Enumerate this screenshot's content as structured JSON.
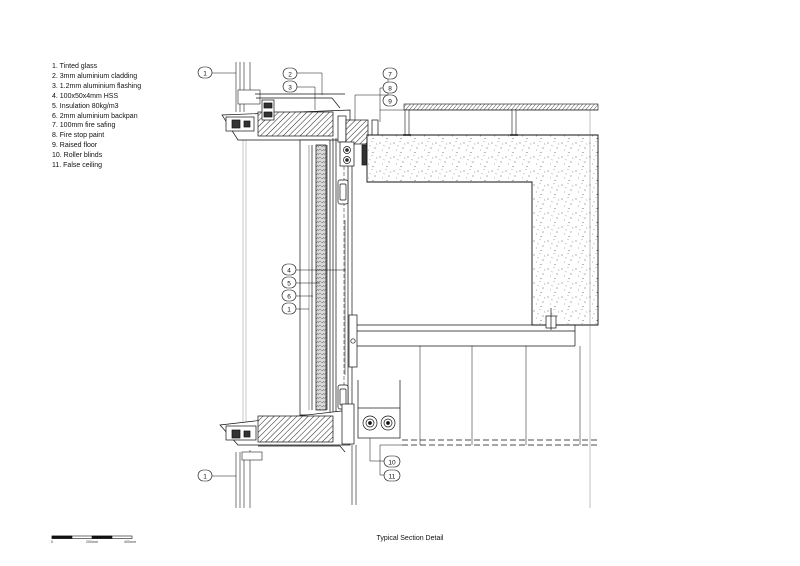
{
  "legend": [
    "1. Tinted glass",
    "2. 3mm aluminium cladding",
    "3. 1.2mm aluminium flashing",
    "4. 100x50x4mm HSS",
    "5. Insulation 80kg/m3",
    "6. 2mm aluminium backpan",
    "7. 100mm fire safing",
    "8. Fire stop paint",
    "9. Raised floor",
    "10. Roller blinds",
    "11. False ceiling"
  ],
  "title": "Typical Section Detail",
  "scale_bar": {
    "labels": [
      "0",
      "200mm",
      "400mm"
    ]
  },
  "callouts": {
    "c1_top": "1",
    "c2": "2",
    "c3": "3",
    "c7": "7",
    "c8": "8",
    "c9": "9",
    "c4": "4",
    "c5": "5",
    "c6": "6",
    "c1_mid": "1",
    "c10": "10",
    "c11": "11",
    "c1_bottom": "1"
  }
}
